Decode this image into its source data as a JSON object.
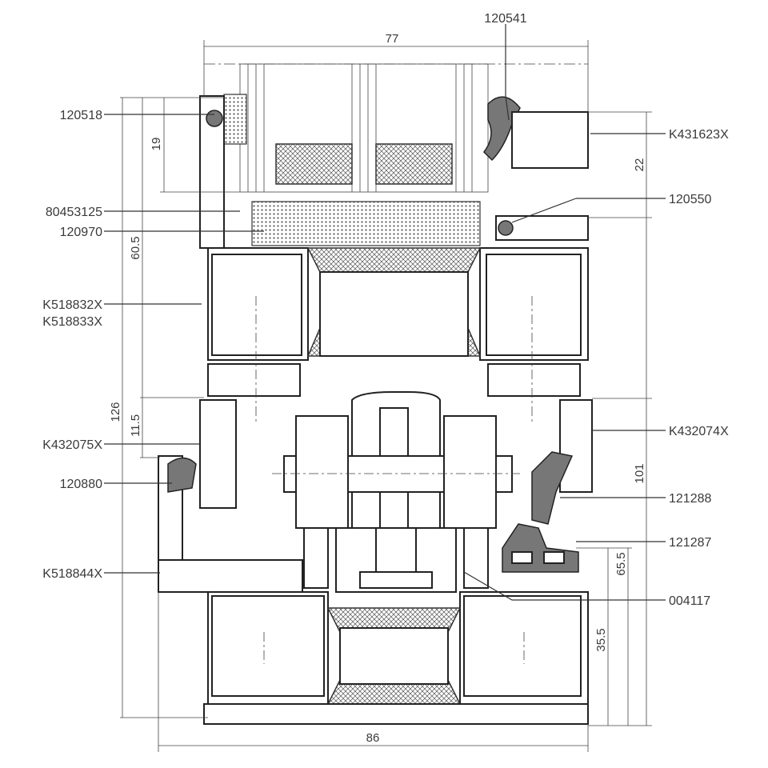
{
  "labels_left": [
    "120518",
    "80453125",
    "120970",
    "K518832X",
    "K518833X",
    "K432075X",
    "120880",
    "K518844X"
  ],
  "labels_right": [
    "120541",
    "K431623X",
    "120550",
    "K432074X",
    "121288",
    "121287",
    "004117"
  ],
  "dimensions": {
    "top_width": "77",
    "bottom_width": "86",
    "d19": "19",
    "d60_5": "60.5",
    "d126": "126",
    "d11_5": "11.5",
    "d22": "22",
    "d101": "101",
    "d65_5": "65.5",
    "d35_5": "35.5"
  }
}
